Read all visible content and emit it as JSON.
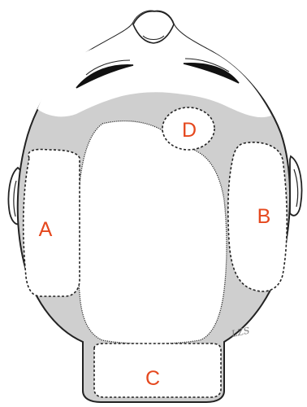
{
  "figure": {
    "zones": [
      {
        "id": "A",
        "label": "A"
      },
      {
        "id": "B",
        "label": "B"
      },
      {
        "id": "C",
        "label": "C"
      },
      {
        "id": "D",
        "label": "D"
      }
    ],
    "signature": "LZS"
  },
  "colors": {
    "label": "#e5481e",
    "outline": "#222222",
    "shade": "#cfcfcf",
    "background": "#ffffff"
  }
}
